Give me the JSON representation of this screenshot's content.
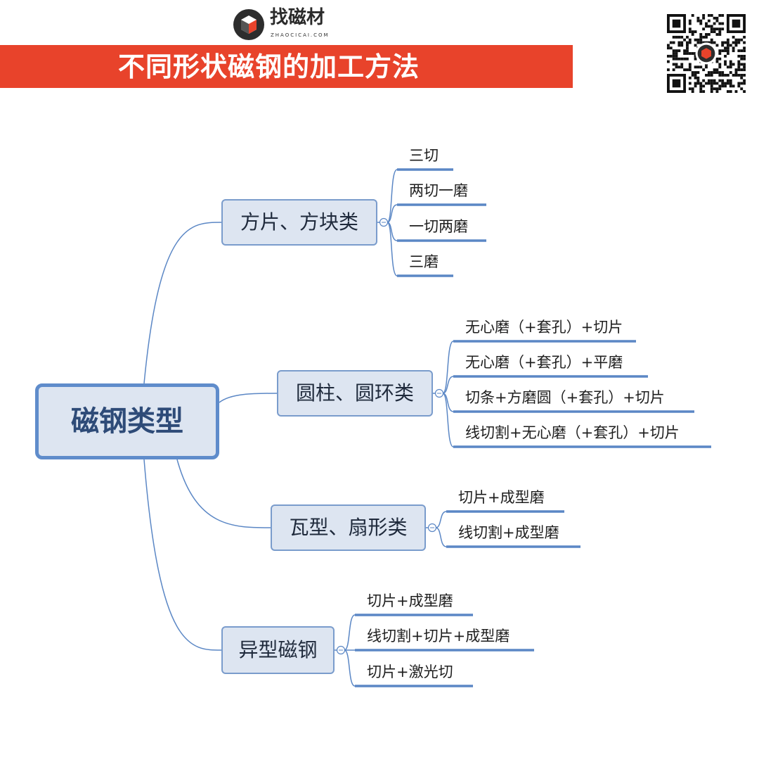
{
  "header": {
    "logo_name": "找磁材",
    "logo_domain": "ZHAOCICAI.COM",
    "title": "不同形状磁钢的加工方法"
  },
  "mindmap": {
    "root": "磁钢类型",
    "branches": [
      {
        "label": "方片、方块类",
        "leaves": [
          "三切",
          "两切一磨",
          "一切两磨",
          "三磨"
        ]
      },
      {
        "label": "圆柱、圆环类",
        "leaves": [
          "无心磨（+套孔）+切片",
          "无心磨（+套孔）+平磨",
          "切条+方磨圆（+套孔）+切片",
          "线切割+无心磨（+套孔）+切片"
        ]
      },
      {
        "label": "瓦型、扇形类",
        "leaves": [
          "切片+成型磨",
          "线切割+成型磨"
        ]
      },
      {
        "label": "异型磁钢",
        "leaves": [
          "切片+成型磨",
          "线切割+切片+成型磨",
          "切片+激光切"
        ]
      }
    ]
  },
  "colors": {
    "banner": "#e8432b",
    "line": "#5b87c5",
    "node_fill": "#dde5f1"
  }
}
